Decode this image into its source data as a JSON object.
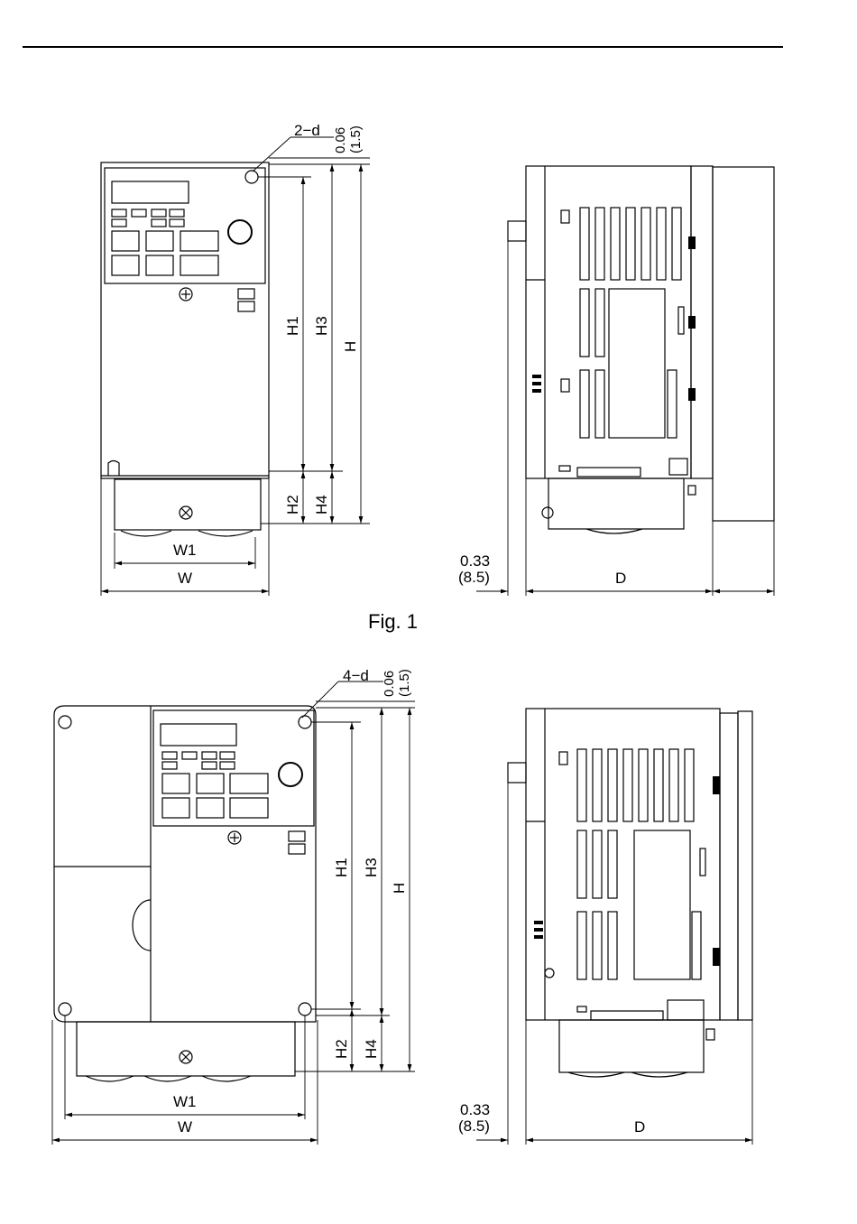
{
  "fig1": {
    "caption": "Fig. 1",
    "hole_callout": "2−d",
    "hole_offset_in": "0.06",
    "hole_offset_mm": "(1.5)",
    "height_labels": [
      "H1",
      "H3",
      "H",
      "H2",
      "H4"
    ],
    "width_labels": [
      "W1",
      "W"
    ],
    "depth_label": "D",
    "side_offset_in": "0.33",
    "side_offset_mm": "(8.5)"
  },
  "fig2": {
    "hole_callout": "4−d",
    "hole_offset_in": "0.06",
    "hole_offset_mm": "(1.5)",
    "height_labels": [
      "H1",
      "H3",
      "H",
      "H2",
      "H4"
    ],
    "width_labels": [
      "W1",
      "W"
    ],
    "depth_label": "D",
    "side_offset_in": "0.33",
    "side_offset_mm": "(8.5)"
  }
}
